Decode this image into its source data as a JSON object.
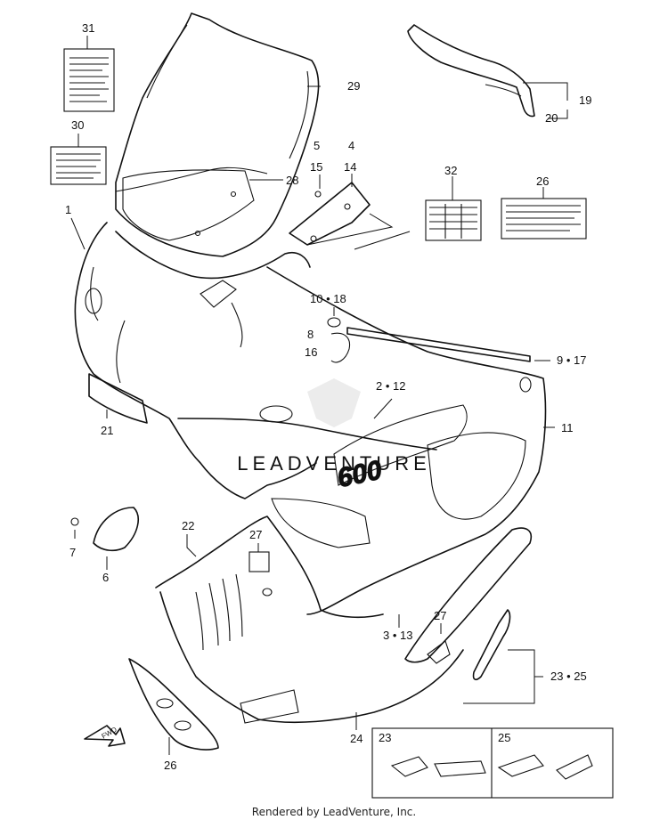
{
  "callouts": {
    "c1": "1",
    "c2_12": "2 • 12",
    "c3_13": "3 • 13",
    "c4": "4",
    "c5": "5",
    "c6": "6",
    "c7": "7",
    "c8": "8",
    "c9_17": "9 • 17",
    "c10_18": "10 • 18",
    "c11": "11",
    "c14": "14",
    "c15": "15",
    "c16": "16",
    "c19": "19",
    "c20": "20",
    "c21": "21",
    "c22": "22",
    "c23_25": "23 • 25",
    "c24": "24",
    "c26a": "26",
    "c26b": "26",
    "c27a": "27",
    "c27b": "27",
    "c28": "28",
    "c29": "29",
    "c30": "30",
    "c31": "31",
    "c32": "32"
  },
  "inset": {
    "left_label": "23",
    "right_label": "25"
  },
  "decal_text": "600",
  "fwd_label": "FWD",
  "watermark": "LEADVENTURE",
  "footer": "Rendered by LeadVenture, Inc."
}
